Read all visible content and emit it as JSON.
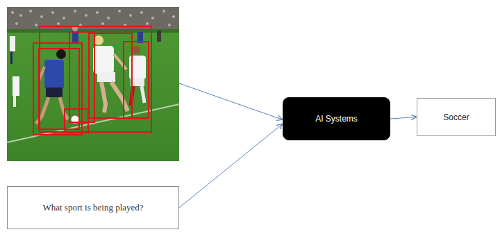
{
  "diagram": {
    "nodes": [
      {
        "text": [
          "What sport is being played?"
        ]
      },
      {
        "text": [
          "AI Systems"
        ]
      },
      {
        "text": [
          "Soccer"
        ]
      }
    ],
    "edges": [
      {
        "from": 0,
        "to": 1,
        "arrow": "to"
      },
      {
        "from": 1,
        "to": 2,
        "arrow": "to"
      }
    ]
  }
}
